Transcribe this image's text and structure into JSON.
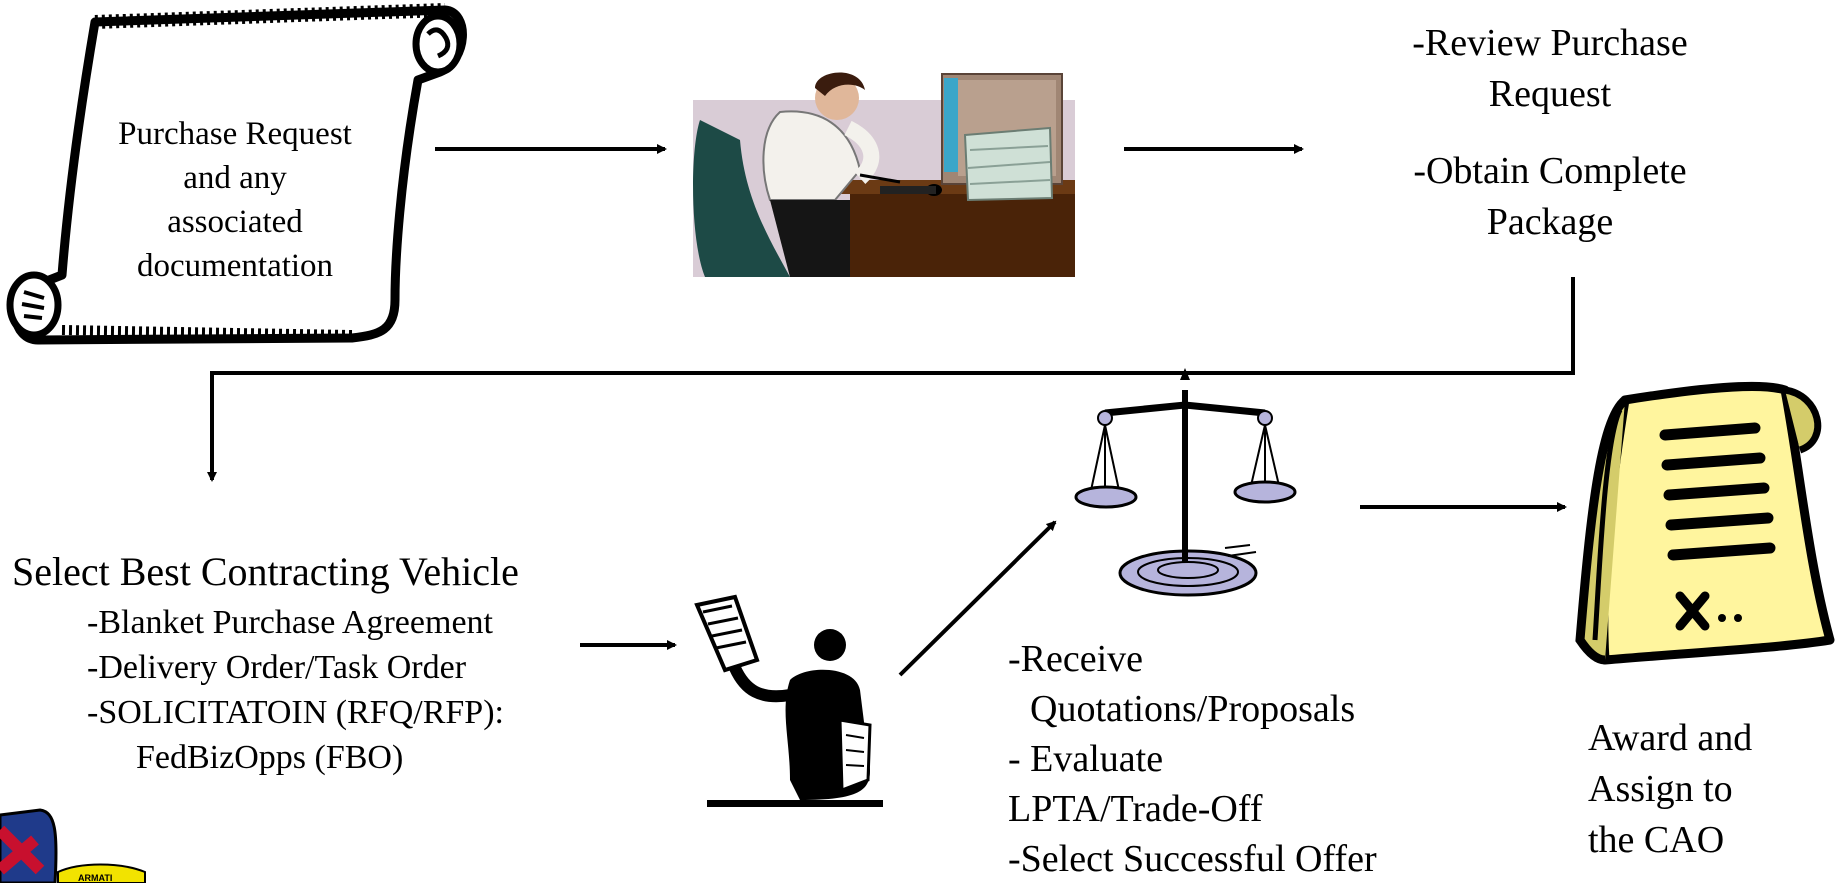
{
  "scroll": {
    "lines": [
      "Purchase Request",
      "and any",
      "associated",
      "documentation"
    ]
  },
  "review": {
    "line1": "-Review Purchase",
    "line2": "Request",
    "line3": "-Obtain Complete",
    "line4": "Package"
  },
  "select": {
    "title": "Select Best Contracting Vehicle",
    "items": [
      "-Blanket Purchase Agreement",
      "-Delivery Order/Task Order",
      "-SOLICITATOIN (RFQ/RFP):",
      "FedBizOpps (FBO)"
    ]
  },
  "receive": {
    "lines": [
      "-Receive",
      "Quotations/Proposals",
      "- Evaluate",
      "LPTA/Trade-Off",
      "-Select Successful Offer"
    ]
  },
  "award": {
    "lines": [
      "Award and",
      "Assign to",
      "the CAO"
    ]
  },
  "logo": {
    "banner_text": "ARMATI"
  },
  "colors": {
    "desk_wood": "#4a2308",
    "chair_green": "#1d4a46",
    "monitor_blue": "#3aa6c9",
    "background_panel": "#d9ccd6",
    "scroll_paper": "#fff59e",
    "scale_shadow": "#b6b4dc",
    "logo_red": "#c8102e",
    "logo_blue": "#1f3a8a",
    "logo_yellow": "#f2e300"
  }
}
